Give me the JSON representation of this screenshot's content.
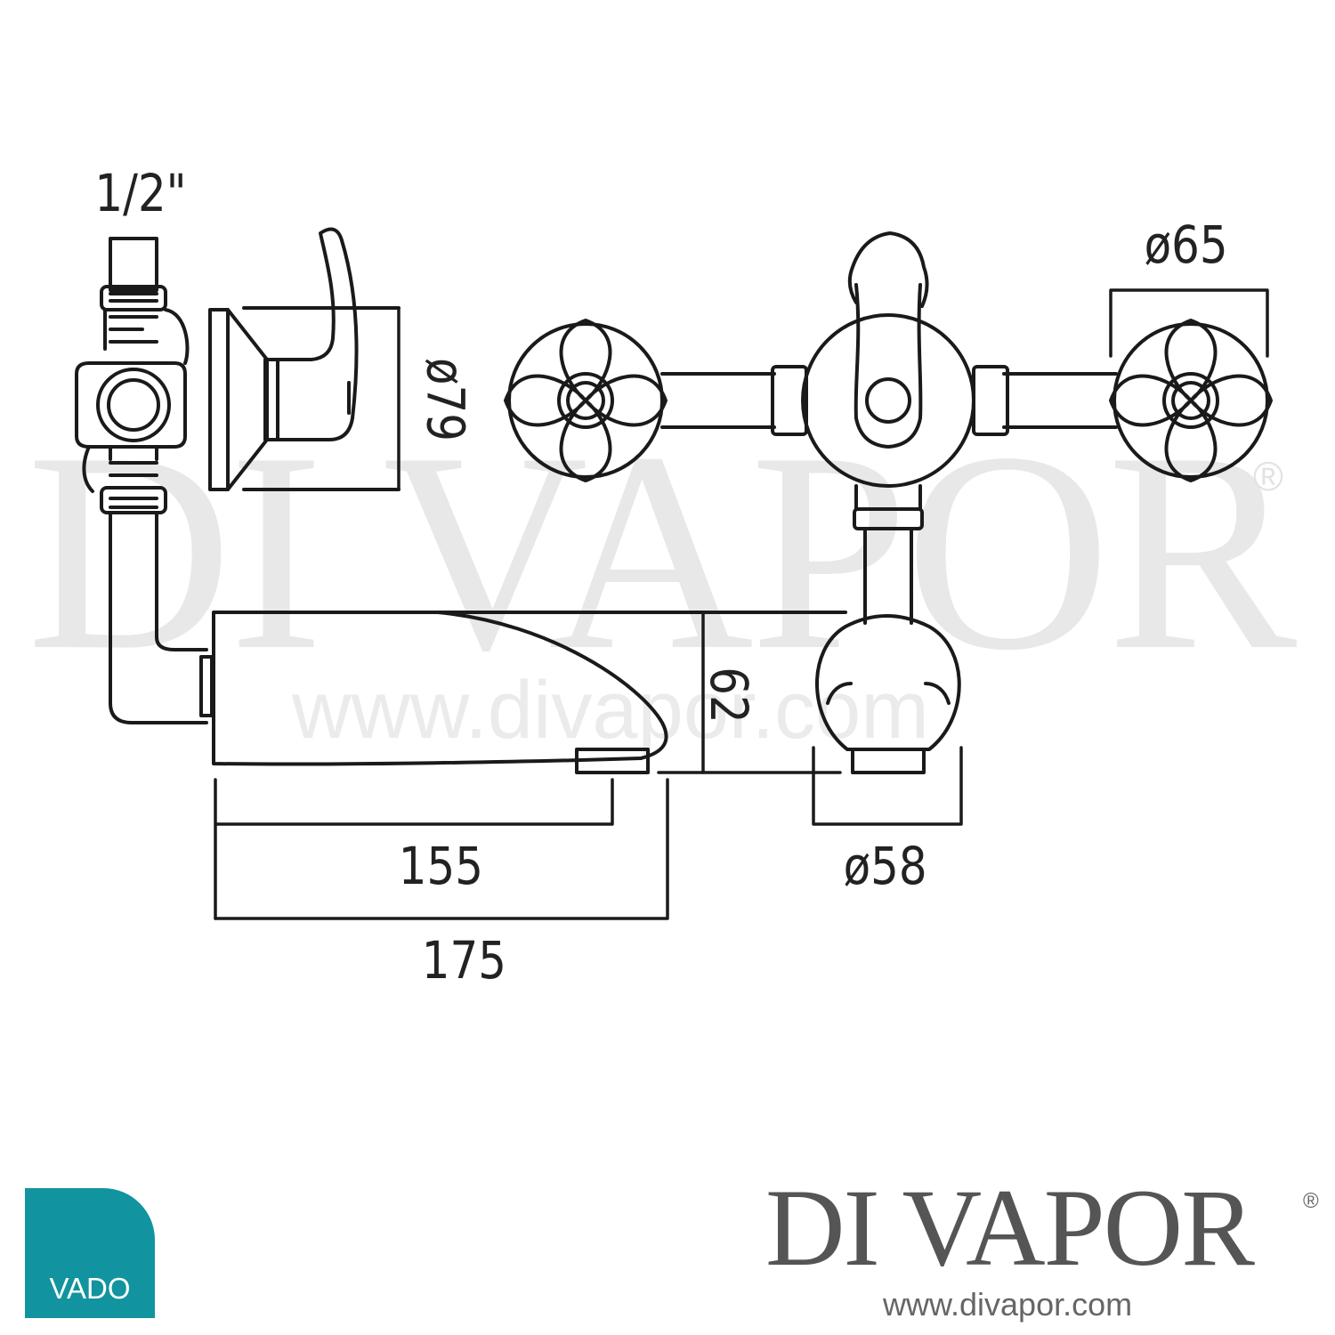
{
  "watermark": {
    "brand": "DI VAPOR",
    "registered": "®",
    "url": "www.divapor.com"
  },
  "dimensions": {
    "inlet_thread": "1/2\"",
    "handle_diameter": "ø65",
    "flange_diameter": "ø79",
    "spout_height": "62",
    "diverter_diameter": "ø58",
    "spout_projection_outlet": "155",
    "spout_projection_total": "175"
  },
  "footer": {
    "vado_logo": "VADO",
    "brand": "DI VAPOR",
    "registered": "®",
    "url": "www.divapor.com"
  },
  "colors": {
    "line": "#1a1a1a",
    "vado_teal": "#11949f",
    "brand_grey": "#555555",
    "watermark": "#e8e8e8"
  }
}
